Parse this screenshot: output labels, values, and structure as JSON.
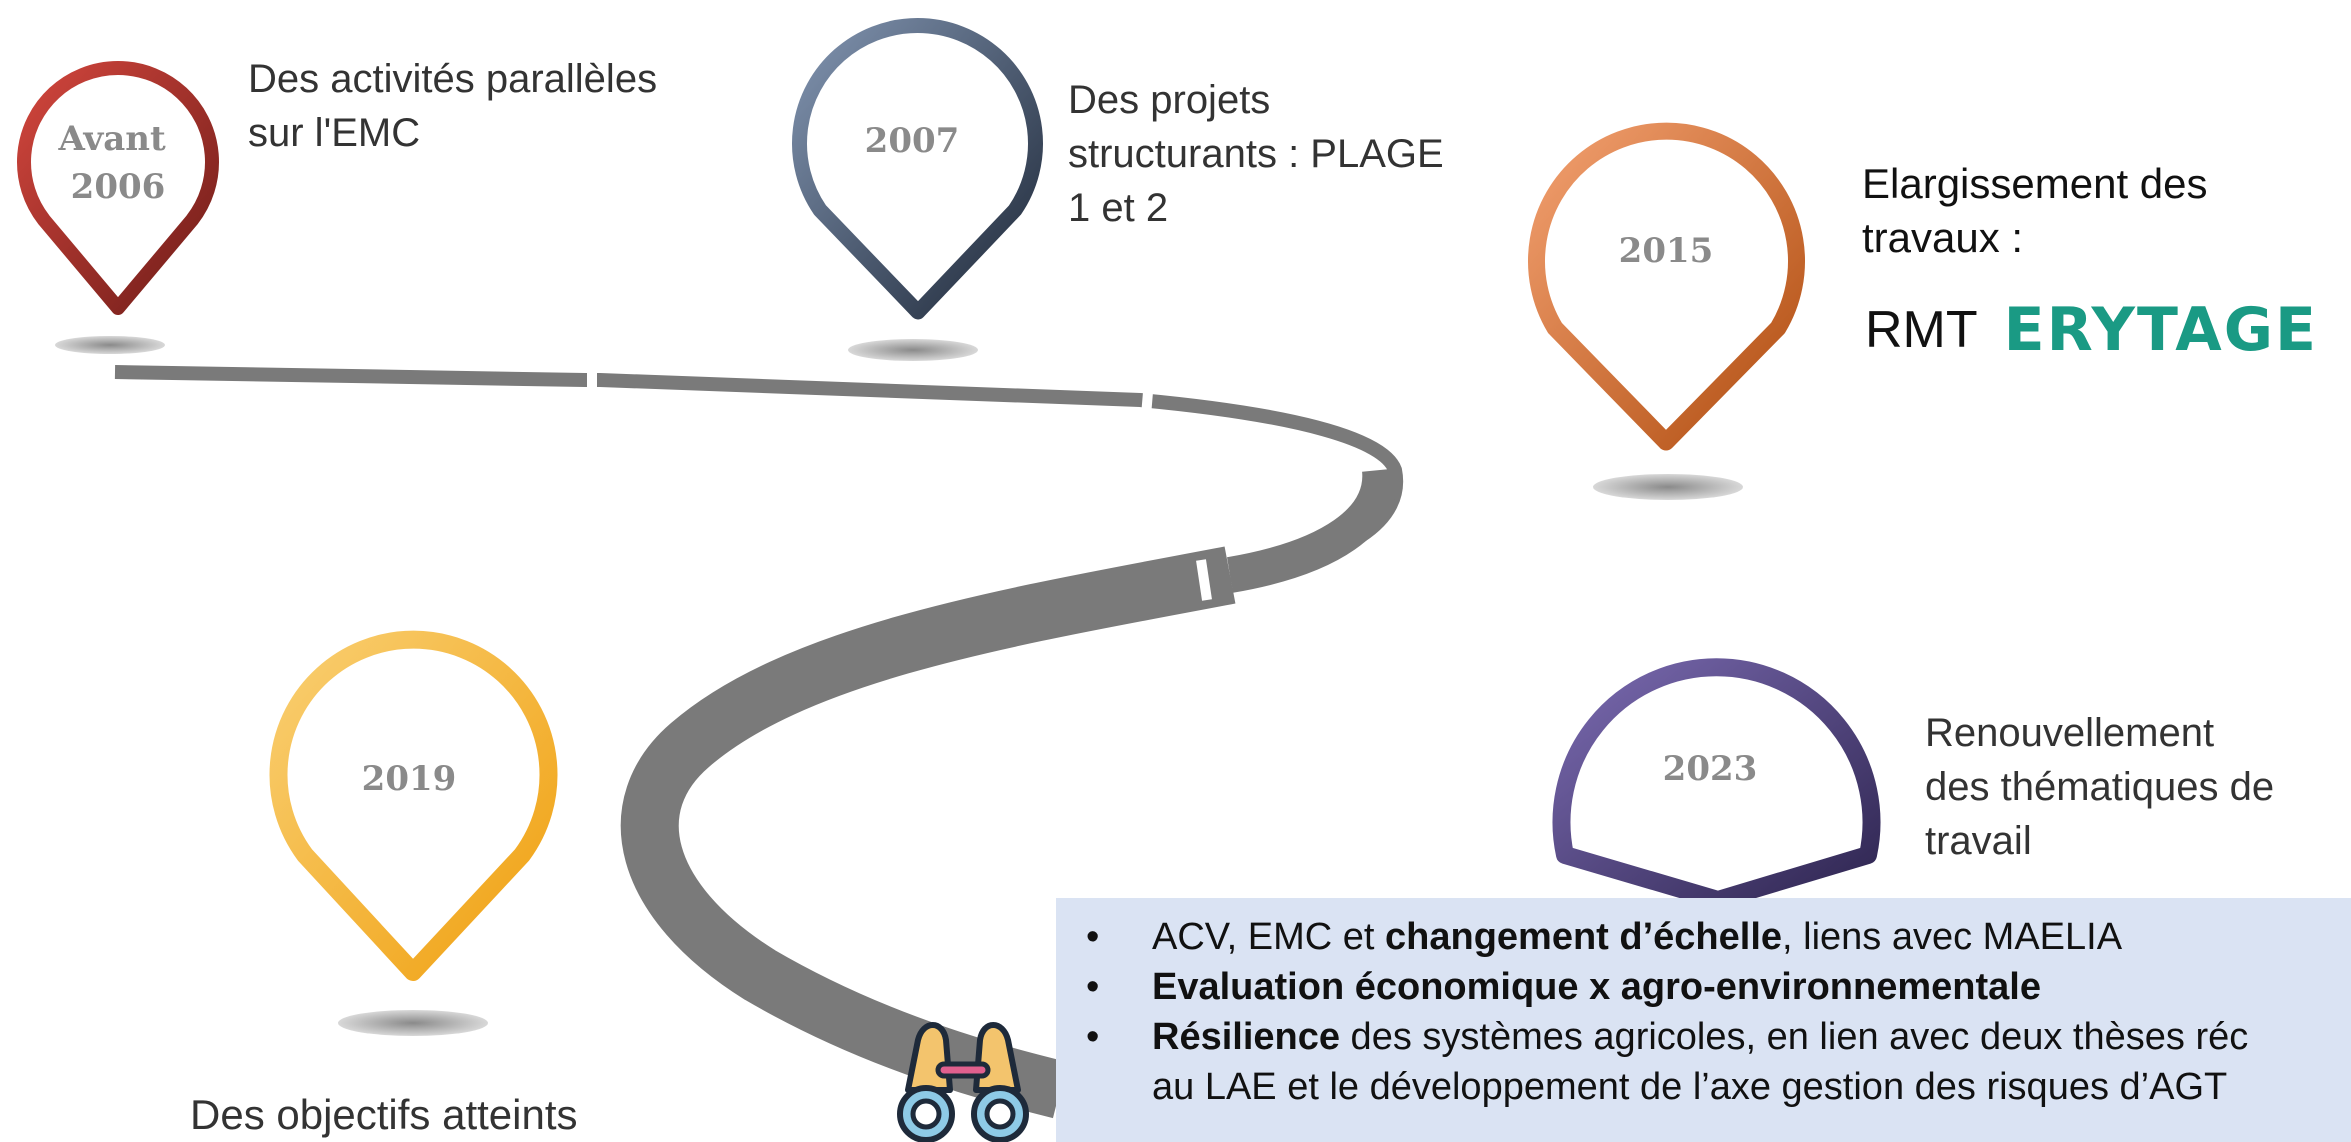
{
  "milestones": [
    {
      "label": "Avant\n2006",
      "text": "Des activités parallèles\nsur l'EMC",
      "color": "#b0302a"
    },
    {
      "label": "2007",
      "text": "Des projets\nstructurants : PLAGE\n1 et 2",
      "color": "#4a5870"
    },
    {
      "label": "2015",
      "text": "Elargissement des\ntravaux :",
      "color": "#d9692a"
    },
    {
      "label": "2019",
      "text": "Des objectifs atteints",
      "color": "#f5a623"
    },
    {
      "label": "2023",
      "text": "Renouvellement\ndes thématiques de\ntravail",
      "color": "#5a4a8c"
    }
  ],
  "partner": {
    "prefix": "RMT",
    "logo_text": "ERYTAGE",
    "logo_color": "#1a9a84"
  },
  "info_box": {
    "items": [
      {
        "parts": [
          {
            "text": "ACV, EMC et "
          },
          {
            "text": "changement d’échelle",
            "bold": true
          },
          {
            "text": ", liens avec MAELIA"
          }
        ]
      },
      {
        "parts": [
          {
            "text": "Evaluation économique x agro-environnementale",
            "bold": true
          }
        ]
      },
      {
        "parts": [
          {
            "text": "Résilience",
            "bold": true
          },
          {
            "text": " des systèmes agricoles, en lien avec deux thèses réc"
          }
        ],
        "continuation": "au LAE et le développement de l’axe gestion des risques d’AGT"
      }
    ],
    "bullet": "•"
  },
  "icons": [
    "binoculars-icon"
  ]
}
